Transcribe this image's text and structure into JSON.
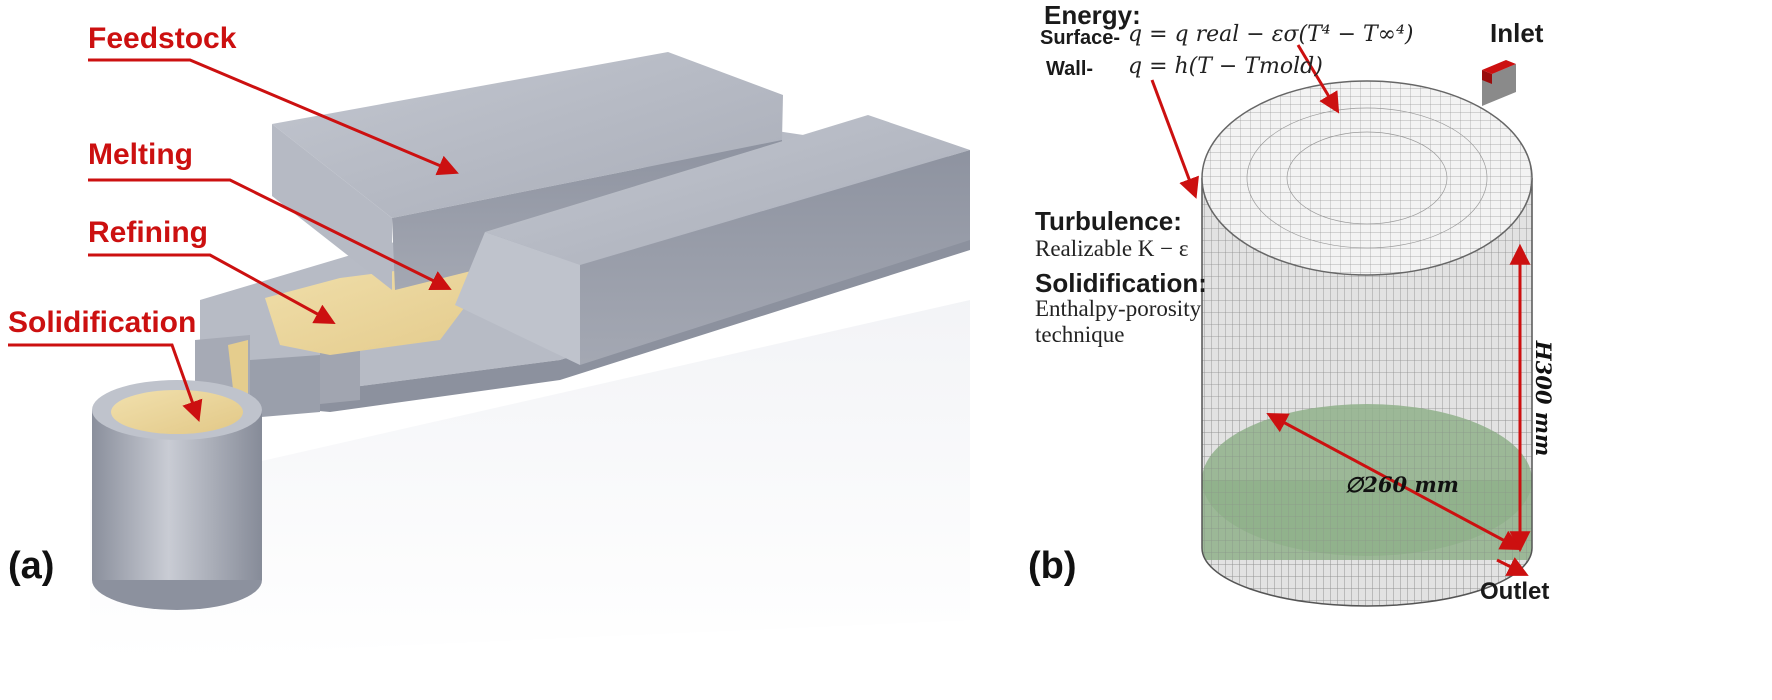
{
  "panel_a": {
    "tag": "(a)",
    "labels": {
      "feedstock": "Feedstock",
      "melting": "Melting",
      "refining": "Refining",
      "solidification": "Solidification"
    }
  },
  "panel_b": {
    "tag": "(b)",
    "energy": {
      "title": "Energy:",
      "surface_label": "Surface-",
      "surface_eq": "q = q real − εσ(T⁴ − T∞⁴)",
      "wall_label": "Wall-",
      "wall_eq": "q = h(T − Tmold)"
    },
    "turbulence": {
      "title": "Turbulence:",
      "model": "Realizable K − ε"
    },
    "solidification": {
      "title": "Solidification:",
      "model_line1": "Enthalpy-porosity",
      "model_line2": "technique"
    },
    "inlet": "Inlet",
    "outlet": "Outlet",
    "height_dim": "H300 mm",
    "diameter_dim": "∅260 mm"
  },
  "colors": {
    "arrow_red": "#cc1010",
    "metal_gray": "#9aa0ad",
    "melt_yellow": "#ecd79d",
    "solid_green": "#8fb08a",
    "mesh_gray": "#808080"
  }
}
